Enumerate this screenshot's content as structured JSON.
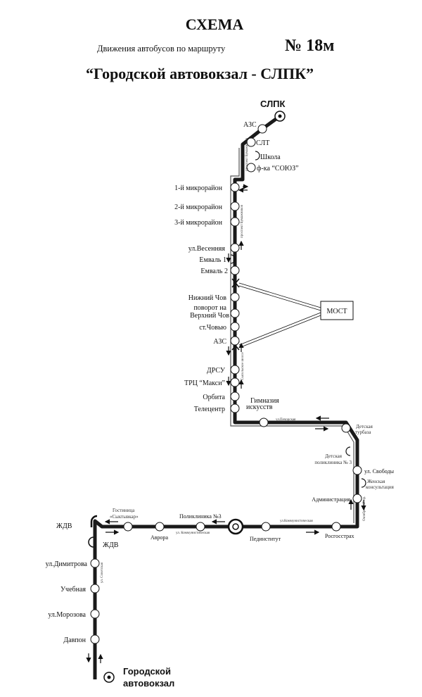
{
  "header": {
    "title": "СХЕМА",
    "subtitle": "Движения автобусов по маршруту",
    "route_number": "№ 18м",
    "route_name": "“Городской автовокзал - СЛПК”"
  },
  "terminals": {
    "start": "СЛПК",
    "end_line1": "Городской",
    "end_line2": "автовокзал"
  },
  "stops": {
    "azs_top": "АЗС",
    "slt": "СЛТ",
    "shkola": "Школа",
    "soyuz": "ф-ка “СОЮЗ”",
    "mkr1": "1-й микрорайон",
    "mkr2": "2-й микрорайон",
    "mkr3": "3-й микрорайон",
    "vesennyaya": "ул.Весенняя",
    "emval1": "Емваль 1",
    "emval2": "Емваль 2",
    "nizhniy_chov": "Нижний Чов",
    "povorot_1": "поворот на",
    "povorot_2": "Верхний Чов",
    "st_chovyu": "ст.Човью",
    "azs_mid": "АЗС",
    "drsu": "ДРСУ",
    "trc_maxi": "ТРЦ “Макси”",
    "orbita": "Орбита",
    "telecentr": "Телецентр",
    "gimnaziya_1": "Гимназия",
    "gimnaziya_2": "искусств",
    "det_turbaza_1": "Детская",
    "det_turbaza_2": "турбаза",
    "det_poliklinika_1": "Детская",
    "det_poliklinika_2": "поликлиника № 3",
    "svobody": "ул. Свободы",
    "zhen_konsult_1": "Женская",
    "zhen_konsult_2": "консультация",
    "administraciya": "Администрация",
    "rosgosstrah": "Росгосстрах",
    "pedinstitut": "Пединститут",
    "poliklinika3": "Поликлиника №3",
    "avrora": "Аврора",
    "gostinica_1": "Гостиница",
    "gostinica_2": "«Сыктывкар»",
    "zhdv1": "ЖДВ",
    "zhdv2": "ЖДВ",
    "dimitrova": "ул.Димитрова",
    "uchebnaya": "Учебная",
    "morozova": "ул.Морозова",
    "davpon": "Давпон"
  },
  "bridge_label": "МОСТ",
  "streets": {
    "bumazhnikov_1": "проспект Бумажников",
    "bumazhnikov_2": "проспект Бумажников",
    "sysolsk": "Сысольское шоссе",
    "pechorskaya": "ул.Печорская",
    "kommunisticheskaya": "ул.Коммунистическая",
    "kommunisticheskaya2": "ул. Коммунистическая",
    "oktyabrsky": "Октябрьский пр.",
    "sovetskaya": "ул. Советская"
  },
  "colors": {
    "route": "#1a1a1a",
    "stop_fill": "#ffffff"
  }
}
